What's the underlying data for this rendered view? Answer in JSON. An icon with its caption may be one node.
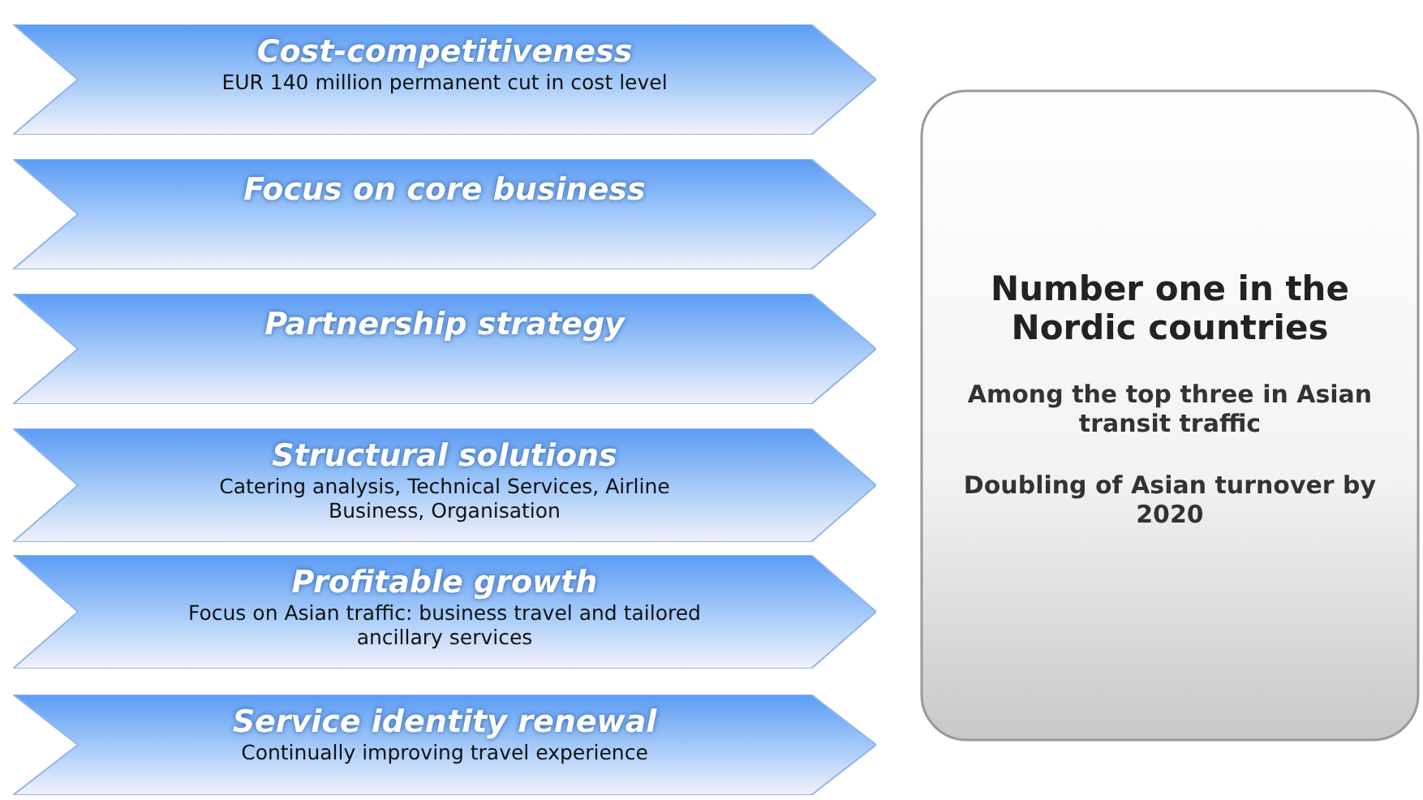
{
  "diagram": {
    "nodes": [
      {
        "text": [
          "Cost-competitiveness",
          "EUR 140 million permanent cut in cost level"
        ]
      },
      {
        "text": [
          "Focus on core business"
        ]
      },
      {
        "text": [
          "Partnership strategy"
        ]
      },
      {
        "text": [
          "Structural solutions",
          "Catering analysis, Technical Services, Airline Business, Organisation"
        ]
      },
      {
        "text": [
          "Profitable growth",
          "Focus on Asian traffic: business travel and tailored ancillary services"
        ]
      },
      {
        "text": [
          "Service identity renewal",
          "Continually improving travel experience"
        ]
      },
      {
        "text": [
          "Number one in the Nordic countries",
          "Among the top three in Asian transit traffic",
          "Doubling of Asian turnover by 2020"
        ]
      }
    ]
  }
}
